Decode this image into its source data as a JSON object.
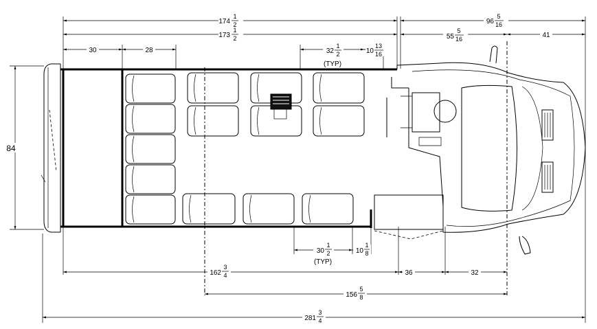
{
  "dimensions": {
    "overall_top_long": {
      "whole": "174",
      "num": "1",
      "den": "2"
    },
    "overall_top_body": {
      "whole": "173",
      "num": "1",
      "den": "2"
    },
    "front_overhang_top": {
      "whole": "96",
      "num": "5",
      "den": "16"
    },
    "rear_section": "30",
    "seat_pitch_first": "28",
    "seat_pitch_typ_top": {
      "whole": "32",
      "num": "1",
      "den": "2",
      "note": "(TYP)"
    },
    "gap_top": {
      "whole": "10",
      "num": "13",
      "den": "16"
    },
    "cab_top": {
      "whole": "55",
      "num": "5",
      "den": "16"
    },
    "front_end": "41",
    "width": "84",
    "seat_pitch_typ_bottom": {
      "whole": "30",
      "num": "1",
      "den": "2",
      "note": "(TYP)"
    },
    "gap_bottom": {
      "whole": "10",
      "num": "1",
      "den": "8"
    },
    "body_bottom": {
      "whole": "162",
      "num": "3",
      "den": "4"
    },
    "door_area": "36",
    "cab_bottom": "32",
    "wheelbase": {
      "whole": "156",
      "num": "5",
      "den": "8"
    },
    "overall_length": {
      "whole": "281",
      "num": "3",
      "den": "4"
    }
  }
}
